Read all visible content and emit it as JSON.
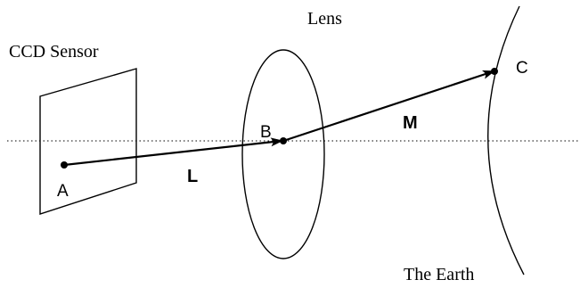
{
  "labels": {
    "ccd_sensor": "CCD Sensor",
    "lens": "Lens",
    "earth": "The Earth",
    "point_a": "A",
    "point_b": "B",
    "point_c": "C",
    "vector_l": "L",
    "vector_m": "M"
  },
  "colors": {
    "line": "#000000",
    "background": "#ffffff"
  }
}
